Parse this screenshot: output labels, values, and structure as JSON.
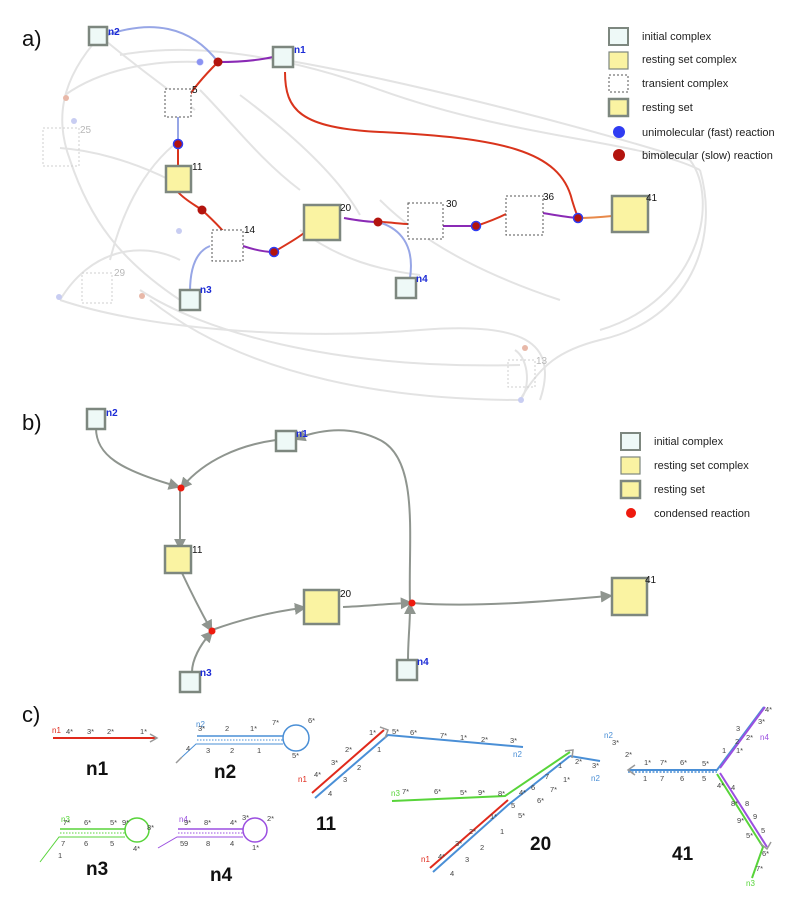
{
  "panels": {
    "a": "a)",
    "b": "b)",
    "c": "c)"
  },
  "legend_a": {
    "initial": "initial complex",
    "resting_complex": "resting set complex",
    "transient": "transient complex",
    "resting_set": "resting set",
    "unimolecular": "unimolecular (fast) reaction",
    "bimolecular": "bimolecular (slow) reaction"
  },
  "legend_b": {
    "initial": "initial complex",
    "resting_complex": "resting set complex",
    "resting_set": "resting set",
    "condensed": "condensed reaction"
  },
  "nodes_a": {
    "n1": "n1",
    "n2": "n2",
    "n3": "n3",
    "n4": "n4",
    "c5": "5",
    "c11": "11",
    "c14": "14",
    "c20": "20",
    "c30": "30",
    "c36": "36",
    "c41": "41",
    "c25": "25",
    "c29": "29",
    "c13": "13"
  },
  "nodes_b": {
    "n1": "n1",
    "n2": "n2",
    "n3": "n3",
    "n4": "n4",
    "c11": "11",
    "c20": "20",
    "c41": "41"
  },
  "structures": {
    "n1": "n1",
    "n2": "n2",
    "n3": "n3",
    "n4": "n4",
    "s11": "11",
    "s20": "20",
    "s41": "41"
  },
  "domains": {
    "n1": {
      "strand": "n1",
      "d4s": "4*",
      "d3s": "3*",
      "d2s": "2*",
      "d1s": "1*"
    },
    "n2": {
      "strand": "n2",
      "t3s": "3*",
      "t2": "2",
      "t1s": "1*",
      "t7s": "7*",
      "b4": "4",
      "b3": "3",
      "b2": "2",
      "b1": "1",
      "l6s": "6*",
      "l5s": "5*"
    },
    "n3": {
      "strand": "n3",
      "t7s": "7*",
      "t6s": "6*",
      "t5s": "5*",
      "t9s": "9*",
      "b7": "7",
      "b6": "6",
      "b5": "5",
      "b1": "1",
      "l8s": "8*",
      "l4s": "4*"
    },
    "n4": {
      "strand": "n4",
      "t9s": "9*",
      "t8s": "8*",
      "t4s": "4*",
      "t3s": "3*",
      "b5": "5",
      "b9": "9",
      "b8": "8",
      "b4": "4",
      "l2s": "2*",
      "l1s": "1*"
    },
    "s11": {
      "n1": "n1",
      "n2": "n2",
      "d4s": "4*",
      "d3s": "3*",
      "d2s": "2*",
      "d1s": "1*",
      "b4": "4",
      "b3": "3",
      "b2": "2",
      "b1": "1",
      "t5s": "5*",
      "t6s": "6*",
      "t7s": "7*",
      "t1s": "1*",
      "t2s": "2*",
      "t3s": "3*"
    },
    "s20": {
      "n1": "n1",
      "n2": "n2",
      "n3": "n3",
      "a4s": "4*",
      "a3s": "3*",
      "a2s": "2*",
      "a1s": "1*",
      "b4": "4",
      "b3": "3",
      "b2": "2",
      "b1": "1",
      "c7s": "7*",
      "c6s": "6*",
      "c5s": "5*",
      "c9s": "9*",
      "c8s": "8*",
      "c4s": "4*",
      "d5": "5",
      "d6": "6",
      "d7": "7",
      "d1": "1",
      "e5s": "5*",
      "e6s": "6*",
      "e7s": "7*",
      "e1s": "1*",
      "f2s": "2*",
      "f3s": "3*"
    },
    "s41": {
      "n2": "n2",
      "n3": "n3",
      "n4": "n4",
      "a3s": "3*",
      "a2s": "2*",
      "a1s": "1*",
      "a7s": "7*",
      "a6s": "6*",
      "a5s": "5*",
      "b1": "1",
      "b7": "7",
      "b6": "6",
      "b5": "5",
      "c4s": "4*",
      "c3s": "3*",
      "c2s": "2*",
      "c1s": "1*",
      "d3": "3",
      "d2": "2",
      "d1": "1",
      "e4": "4",
      "e4s": "4*",
      "e8s": "8*",
      "e9s": "9*",
      "e5s": "5*",
      "e8": "8",
      "e9": "9",
      "e5": "5",
      "f6s": "6*",
      "f7s": "7*"
    }
  },
  "colors": {
    "resting_fill": "#faf3a2",
    "initial_fill": "#eef9f7",
    "box_stroke": "#8a948c",
    "path_red": "#d9341c",
    "path_blue": "#97a6e6",
    "path_purple": "#8a2ab5",
    "uni": "#2f3cf2",
    "bi": "#b3140e",
    "faded": "#dcdcdc",
    "condensed": "#ee1a0e",
    "arrow_gray": "#8f958f",
    "n1": "#e02a1c",
    "n2": "#4a8fd6",
    "n3": "#58d43a",
    "n4": "#9b4fe0"
  }
}
